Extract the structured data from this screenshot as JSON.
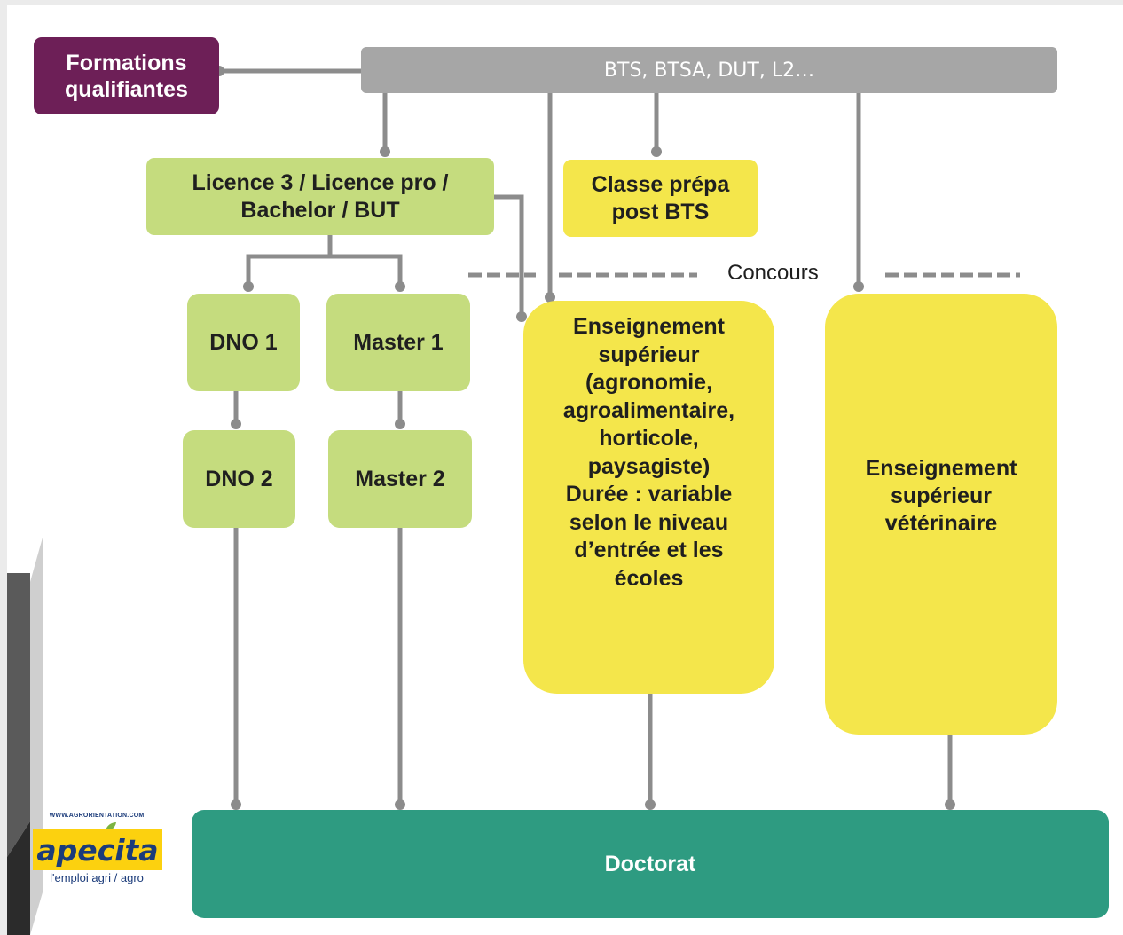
{
  "colors": {
    "formations": "#6d1f57",
    "bts": "#a6a6a6",
    "green_box": "#c5dc7e",
    "yellow_box": "#f4e64b",
    "doctorat": "#2e9b81",
    "connector": "#8c8c8c"
  },
  "nodes": {
    "formations_qualifiantes": "Formations\nqualifiantes",
    "bts": "BTS, BTSA, DUT, L2…",
    "licence": "Licence 3 /  Licence pro /\nBachelor / BUT",
    "classe_prepa": "Classe prépa\npost BTS",
    "dno1": "DNO 1",
    "master1": "Master 1",
    "dno2": "DNO 2",
    "master2": "Master 2",
    "ens_agro": "Enseignement\nsupérieur\n(agronomie,\nagroalimentaire,\nhorticole,\npaysagiste)\nDurée : variable\nselon le niveau\nd’entrée et les\nécoles",
    "ens_veto": "Enseignement\nsupérieur\nvétérinaire",
    "doctorat": "Doctorat"
  },
  "concours_label": "Concours",
  "edges": [
    [
      "formations_qualifiantes",
      "bts"
    ],
    [
      "bts",
      "licence"
    ],
    [
      "bts",
      "ens_agro"
    ],
    [
      "bts",
      "classe_prepa"
    ],
    [
      "bts",
      "ens_veto"
    ],
    [
      "licence",
      "ens_agro"
    ],
    [
      "licence",
      "dno1"
    ],
    [
      "licence",
      "master1"
    ],
    [
      "dno1",
      "dno2"
    ],
    [
      "master1",
      "master2"
    ],
    [
      "dno2",
      "doctorat"
    ],
    [
      "master2",
      "doctorat"
    ],
    [
      "ens_agro",
      "doctorat"
    ],
    [
      "ens_veto",
      "doctorat"
    ]
  ],
  "logo": {
    "url": "WWW.AGRORIENTATION.COM",
    "name": "apecita",
    "tagline": "l'emploi agri / agro"
  }
}
